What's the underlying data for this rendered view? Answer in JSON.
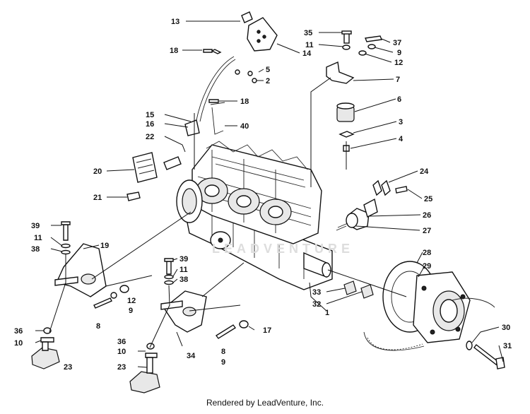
{
  "footer": {
    "text": "Rendered by LeadVenture, Inc."
  },
  "callouts": [
    "13",
    "14",
    "35",
    "11",
    "37",
    "9",
    "12",
    "18",
    "5",
    "2",
    "7",
    "18",
    "6",
    "15",
    "16",
    "40",
    "3",
    "4",
    "22",
    "20",
    "24",
    "25",
    "21",
    "26",
    "27",
    "39",
    "11",
    "38",
    "19",
    "39",
    "11",
    "38",
    "12",
    "9",
    "8",
    "28",
    "29",
    "33",
    "32",
    "1",
    "36",
    "10",
    "23",
    "17",
    "8",
    "9",
    "34",
    "36",
    "10",
    "23",
    "30",
    "31"
  ]
}
